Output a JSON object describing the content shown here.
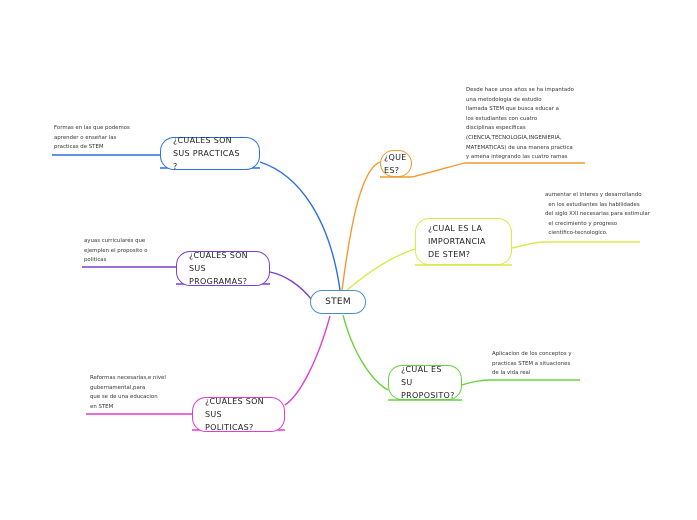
{
  "center": {
    "label": "STEM",
    "color": "#4a90c2"
  },
  "branches": [
    {
      "id": "que-es",
      "label": "¿QUE ES?",
      "color": "#f29a2e",
      "note": "Desde hace unos años se ha impantado\nuna metodologia de estudio\nllamada STEM que busca educar a\nlos estudiantes con cuatro\ndisciplinas especificas\n(CIENCIA,TECNOLOGIA,INGENIERIA,\nMATEMATICAS) de una manera practica\ny amena integrando las cuatro ramas"
    },
    {
      "id": "importancia",
      "label": "¿CUAL ES LA IMPORTANCIA DE STEM?",
      "color": "#dbe84a",
      "note": "aumentar el interes y desarrollando\n  en los estudiantes las habilidades\ndel siglo XXI necesarias para estimular\n  el crecimiento y progreso\n  cientifico-tecnologico."
    },
    {
      "id": "proposito",
      "label": "¿CUAL ES SU PROPOSITO?",
      "color": "#66d23d",
      "note": "Aplicacion de los conceptos y\npracticas STEM a situaciones\nde la vida real"
    },
    {
      "id": "practicas",
      "label": "¿CUALES SON SUS PRACTICAS ?",
      "color": "#2e6fe0",
      "note": "Formas en las que podemos\naprender o enseñar las\npracticas de STEM"
    },
    {
      "id": "programas",
      "label": "¿CUALES SON SUS PROGRAMAS?",
      "color": "#7a3fd0",
      "note": "ayuas curriculares que\nejemplen el proposito o\npoliticas"
    },
    {
      "id": "politicas",
      "label": "¿CUALES SON SUS POLITICAS?",
      "color": "#e23ad6",
      "note": "Reformas necesarias,e nivel\ngubernamental,para\nque se de una educacion\nen STEM"
    }
  ]
}
